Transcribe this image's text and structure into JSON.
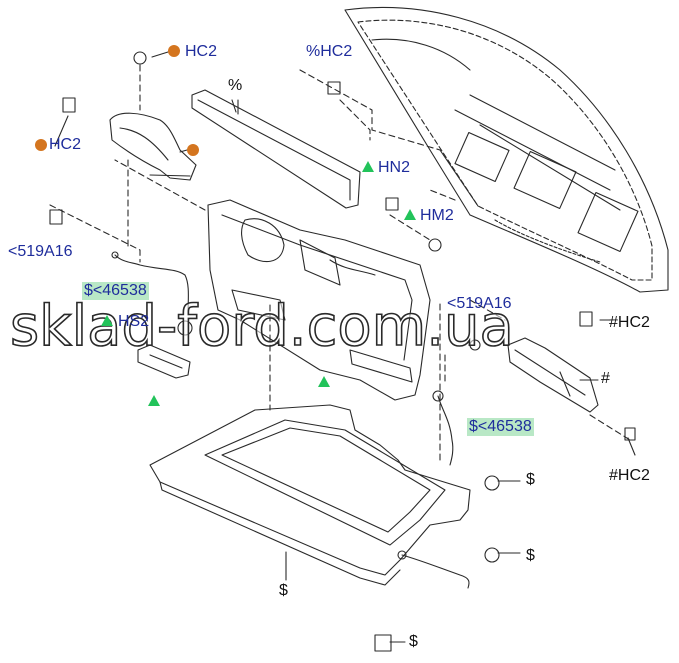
{
  "colors": {
    "label_blue": "#1f2d9c",
    "label_black": "#111111",
    "marker_orange": "#d4751f",
    "marker_green": "#22c35a",
    "highlight_green": "#b9e8c6",
    "line": "#2a2a2a"
  },
  "labels": {
    "hc2_top": "HC2",
    "hc2_left": "HC2",
    "pct_hc2": "%HC2",
    "pct": "%",
    "hn2": "HN2",
    "hm2": "HM2",
    "part_519_left": "<519A16",
    "part_519_right": "<519A16",
    "part_46538_left": "$<46538",
    "part_46538_right": "$<46538",
    "hs2": "HS2",
    "hash_hc2_right": "#HC2",
    "hash_right": "#",
    "hash_hc2_bottom": "#HC2",
    "dollar_1": "$",
    "dollar_2": "$",
    "dollar_3": "$",
    "dollar_4": "$"
  },
  "watermark": {
    "text": "sklad-ford.com.ua"
  }
}
